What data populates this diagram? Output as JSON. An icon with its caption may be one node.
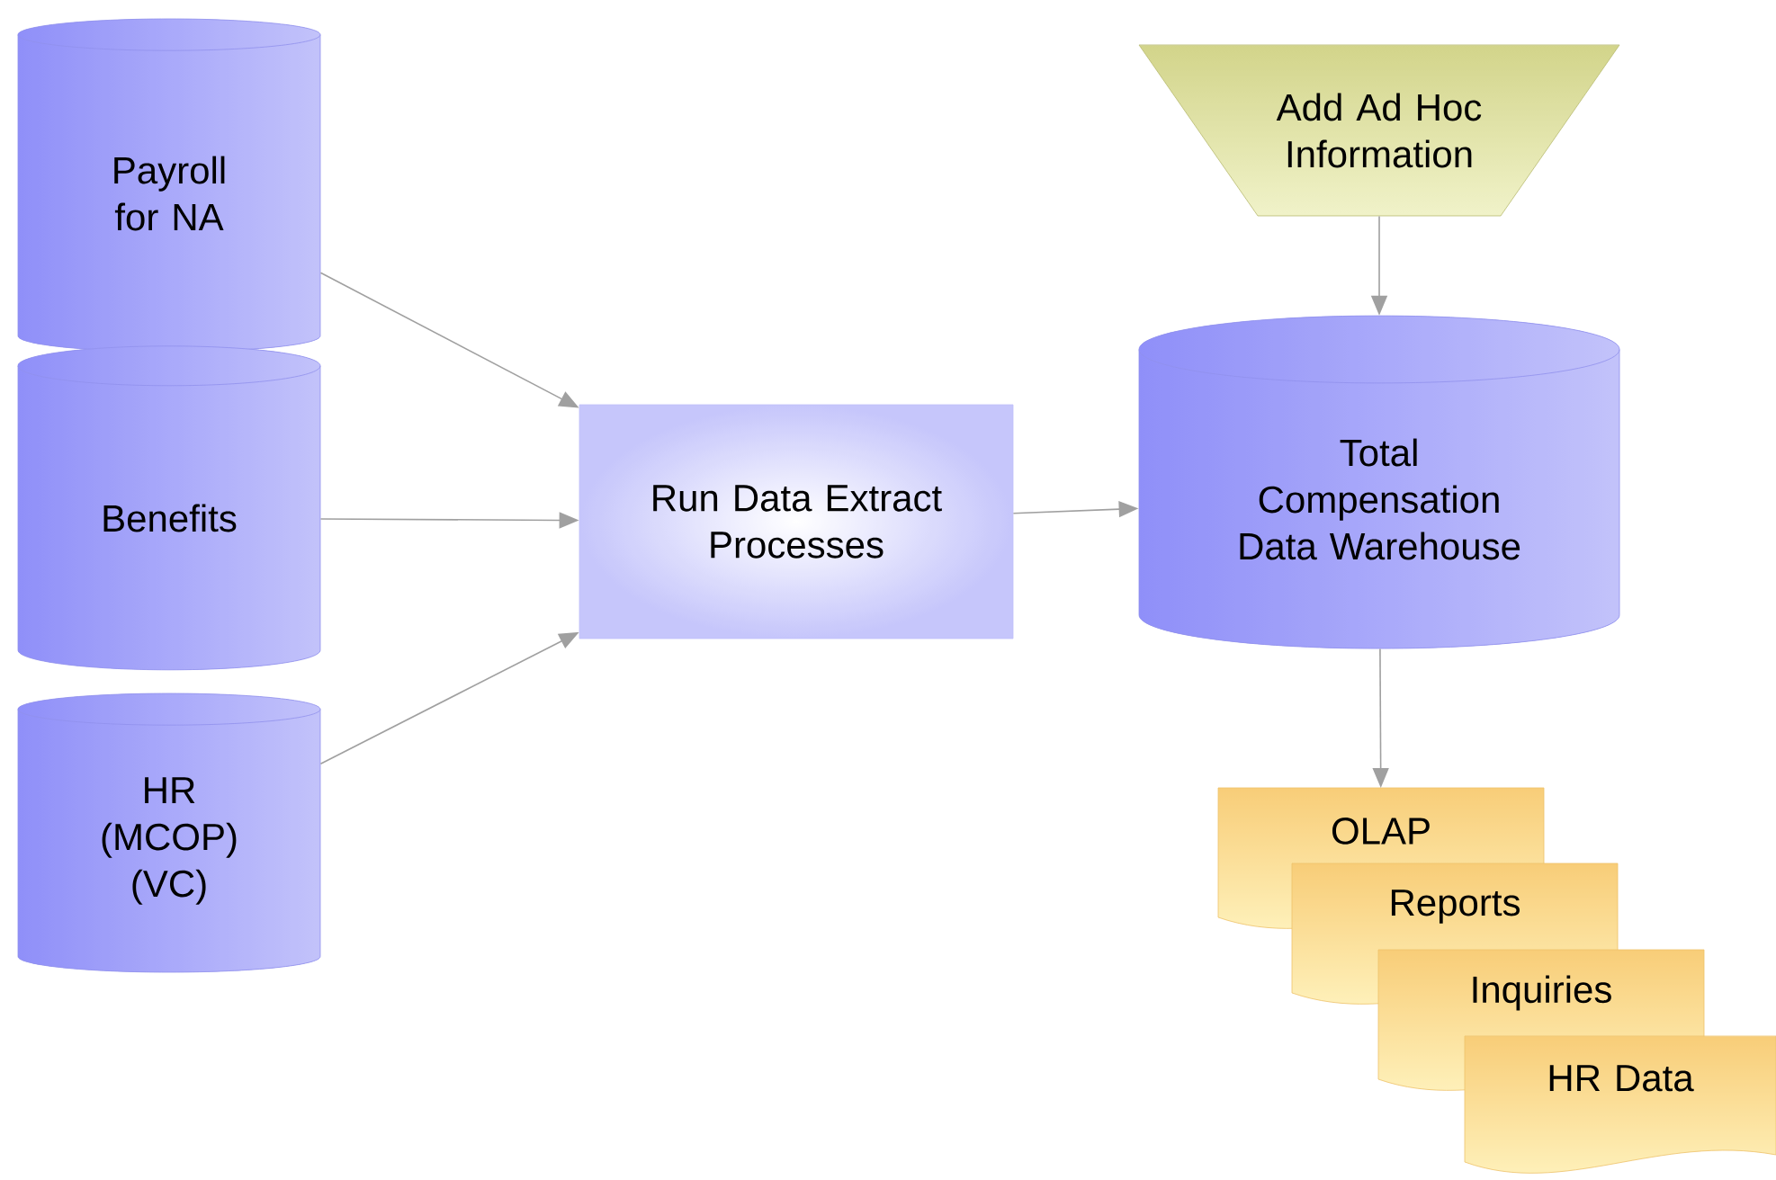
{
  "diagram": {
    "nodes": [
      {
        "text": [
          "Payroll for NA"
        ]
      },
      {
        "text": [
          "Benefits"
        ]
      },
      {
        "text": [
          "HR (MCOP) (VC)"
        ]
      },
      {
        "text": [
          "Run Data Extract Processes"
        ]
      },
      {
        "text": [
          "Add Ad Hoc Information"
        ]
      },
      {
        "text": [
          "Total Compensation Data Warehouse"
        ]
      },
      {
        "text": [
          "OLAP"
        ]
      },
      {
        "text": [
          "Reports"
        ]
      },
      {
        "text": [
          "Inquiries"
        ]
      },
      {
        "text": [
          "HR Data"
        ]
      }
    ],
    "edges": [
      {
        "from": 0,
        "to": 3,
        "arrow": "to"
      },
      {
        "from": 1,
        "to": 3,
        "arrow": "to"
      },
      {
        "from": 2,
        "to": 3,
        "arrow": "to"
      },
      {
        "from": 3,
        "to": 5,
        "arrow": "to"
      },
      {
        "from": 4,
        "to": 5,
        "arrow": "to"
      },
      {
        "from": 5,
        "to": 6,
        "arrow": "to"
      }
    ]
  }
}
